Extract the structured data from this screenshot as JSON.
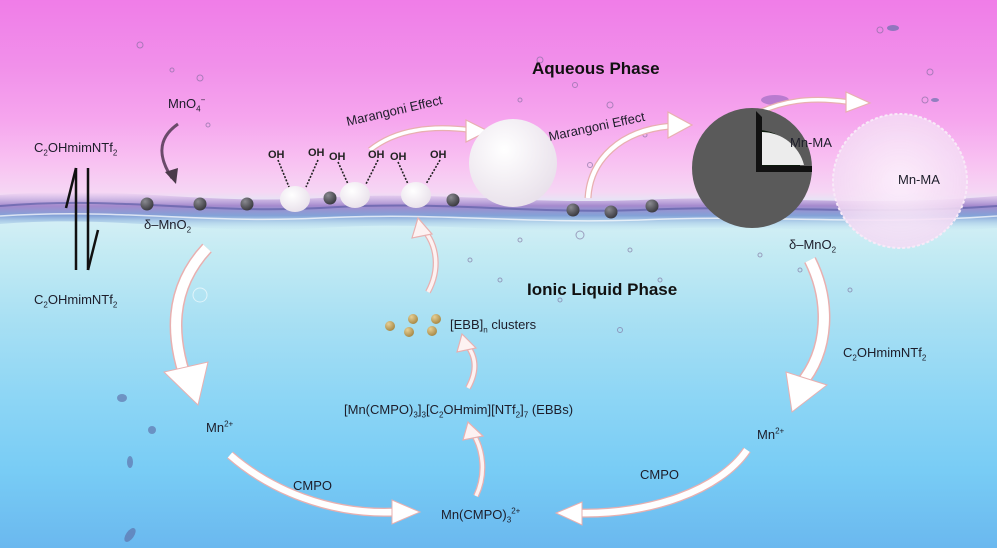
{
  "phases": {
    "aqueous": "Aqueous Phase",
    "ionic_liquid": "Ionic Liquid Phase"
  },
  "labels": {
    "permanganate": {
      "base": "MnO",
      "sub": "4",
      "sup": "−"
    },
    "il_top": {
      "a": "C",
      "sub1": "2",
      "b": "OHmimNTf",
      "sub2": "2"
    },
    "il_left": {
      "a": "C",
      "sub1": "2",
      "b": "OHmimNTf",
      "sub2": "2"
    },
    "il_right": {
      "a": "C",
      "sub1": "2",
      "b": "OHmimNTf",
      "sub2": "2"
    },
    "delta_mno2_left": {
      "a": "δ–MnO",
      "sub": "2"
    },
    "delta_mno2_right": {
      "a": "δ–MnO",
      "sub": "2"
    },
    "marangoni_1": "Marangoni Effect",
    "marangoni_2": "Marangoni Effect",
    "mn_ma_small": "Mn-MA",
    "mn_ma_bubble": "Mn-MA",
    "hydroxyl": "OH",
    "ebb_clusters": {
      "a": "[EBB]",
      "sub": "n",
      "b": " clusters"
    },
    "ebbs": {
      "a": "[Mn(CMPO)",
      "s1": "3",
      "b": "]",
      "s2": "3",
      "c": "[C",
      "s3": "2",
      "d": "OHmim][NTf",
      "s4": "2",
      "e": "]",
      "s5": "7",
      "f": " (EBBs)"
    },
    "mn2_left": {
      "a": "Mn",
      "sup": "2+"
    },
    "mn2_right": {
      "a": "Mn",
      "sup": "2+"
    },
    "cmpo_left": "CMPO",
    "cmpo_right": "CMPO",
    "mn_cmpo": {
      "a": "Mn(CMPO)",
      "sub": "3",
      "sup": "2+"
    }
  },
  "colors": {
    "aqueous_pink": "#f07de8",
    "ionic_blue": "#78ccf5",
    "interface_purple": "#8a6fb8",
    "mno2_particle": "#4e4e54",
    "shell_gray": "#5a5a5a",
    "cluster_gold": "#c9a860",
    "arrow_white": "#ffffff",
    "arrow_pink_edge": "#e9a9a9"
  }
}
